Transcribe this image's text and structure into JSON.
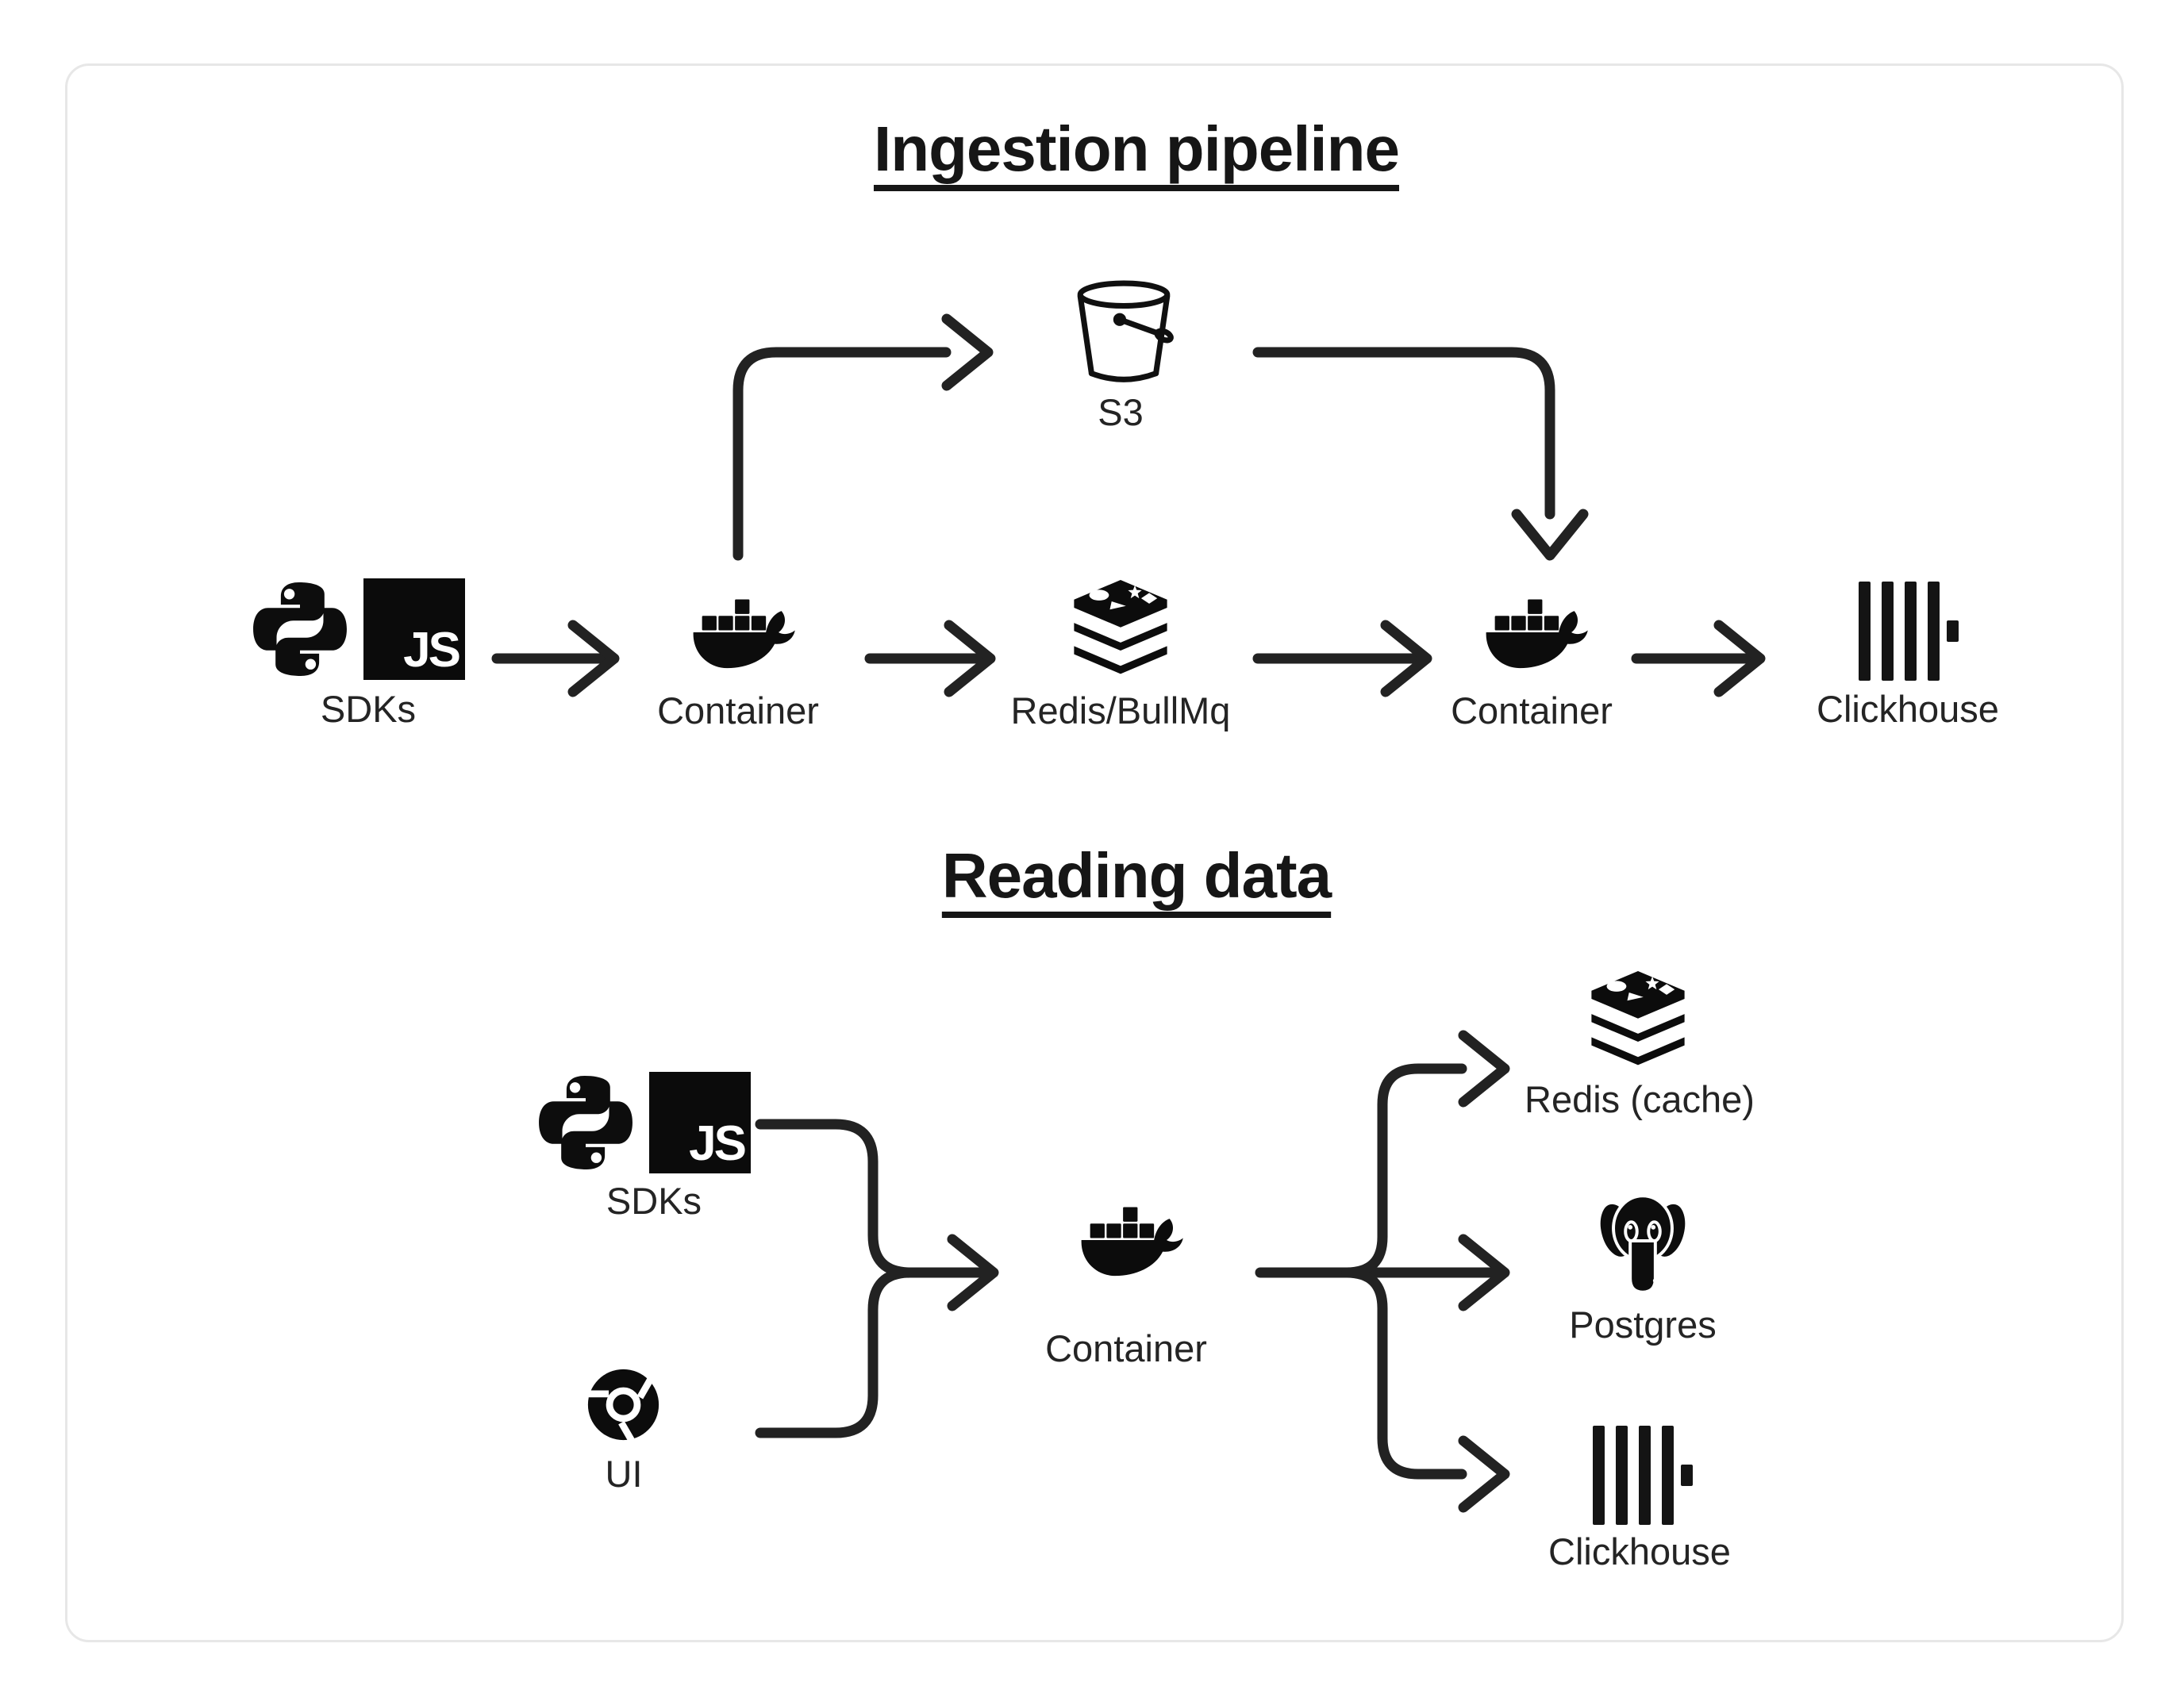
{
  "page": {
    "background": "#ffffff",
    "card_border_color": "#e7e7e7",
    "ink_color": "#222222"
  },
  "badges": {
    "js": "JS"
  },
  "sections": {
    "ingestion": {
      "title": "Ingestion pipeline",
      "nodes": {
        "sdks": {
          "label": "SDKs",
          "icons": [
            "python-icon",
            "javascript-icon"
          ]
        },
        "s3": {
          "label": "S3",
          "icon": "s3-bucket-icon"
        },
        "container_ingest": {
          "label": "Container",
          "icon": "docker-icon"
        },
        "queue": {
          "label": "Redis/BullMq",
          "icon": "redis-icon"
        },
        "container_worker": {
          "label": "Container",
          "icon": "docker-icon"
        },
        "clickhouse": {
          "label": "Clickhouse",
          "icon": "clickhouse-icon"
        }
      },
      "edges": [
        "sdks -> container_ingest",
        "container_ingest -> s3",
        "container_ingest -> queue",
        "s3 -> container_worker",
        "queue -> container_worker",
        "container_worker -> clickhouse"
      ]
    },
    "reading": {
      "title": "Reading data",
      "nodes": {
        "sdks": {
          "label": "SDKs",
          "icons": [
            "python-icon",
            "javascript-icon"
          ]
        },
        "ui": {
          "label": "UI",
          "icon": "chrome-icon"
        },
        "container": {
          "label": "Container",
          "icon": "docker-icon"
        },
        "redis_cache": {
          "label": "Redis (cache)",
          "icon": "redis-icon"
        },
        "postgres": {
          "label": "Postgres",
          "icon": "postgres-icon"
        },
        "clickhouse": {
          "label": "Clickhouse",
          "icon": "clickhouse-icon"
        }
      },
      "edges": [
        "sdks -> container",
        "ui -> container",
        "container -> redis_cache",
        "container -> postgres",
        "container -> clickhouse"
      ]
    }
  }
}
